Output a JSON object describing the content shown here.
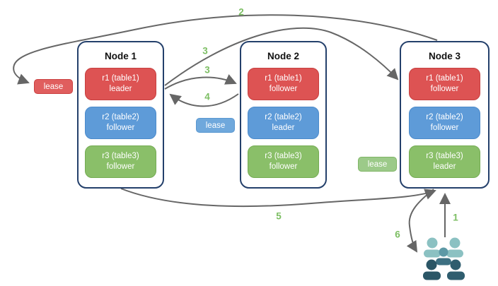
{
  "diagram": {
    "nodes": [
      {
        "title": "Node 1",
        "replicas": [
          {
            "name": "r1 (table1)",
            "role": "leader"
          },
          {
            "name": "r2 (table2)",
            "role": "follower"
          },
          {
            "name": "r3 (table3)",
            "role": "follower"
          }
        ]
      },
      {
        "title": "Node 2",
        "replicas": [
          {
            "name": "r1 (table1)",
            "role": "follower"
          },
          {
            "name": "r2 (table2)",
            "role": "leader"
          },
          {
            "name": "r3 (table3)",
            "role": "follower"
          }
        ]
      },
      {
        "title": "Node 3",
        "replicas": [
          {
            "name": "r1 (table1)",
            "role": "follower"
          },
          {
            "name": "r2 (table2)",
            "role": "follower"
          },
          {
            "name": "r3 (table3)",
            "role": "leader"
          }
        ]
      }
    ],
    "leases": [
      {
        "label": "lease",
        "color": "#e05e5e"
      },
      {
        "label": "lease",
        "color": "#6fa8dc"
      },
      {
        "label": "lease",
        "color": "#9cca89"
      }
    ],
    "steps": {
      "s1": "1",
      "s2": "2",
      "s3a": "3",
      "s3b": "3",
      "s4": "4",
      "s5": "5",
      "s6": "6"
    },
    "icons": {
      "users": "users-icon"
    },
    "colors": {
      "leader_red": "#dd5353",
      "follower_blue": "#5e9bd8",
      "follower_green": "#8abf69",
      "node_border": "#24406b",
      "arrow_gray": "#666666",
      "step_green": "#7cbe63",
      "users_light_teal": "#8bc1c2",
      "users_mid_teal": "#5d99a6",
      "users_dark_teal": "#2b5666"
    }
  }
}
